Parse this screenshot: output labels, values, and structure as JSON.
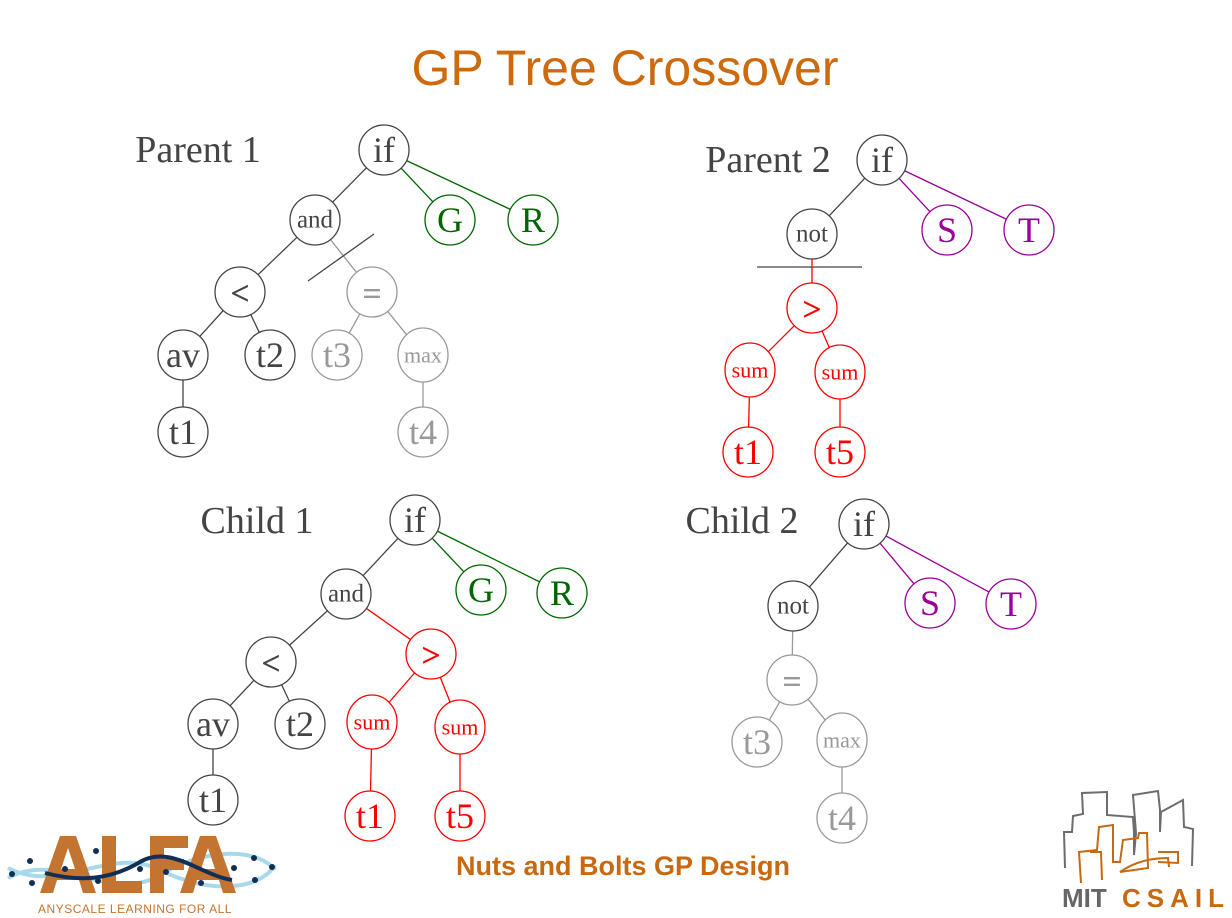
{
  "title": "GP Tree Crossover",
  "footer": "Nuts and Bolts GP Design",
  "colors": {
    "title": "#cc6a0d",
    "dark": "#444444",
    "green": "#006600",
    "purple": "#990099",
    "red": "#ff0000",
    "gray": "#999999"
  },
  "logos": {
    "alfa": "ALFA",
    "alfa_tagline": "ANYSCALE LEARNING FOR ALL",
    "mit": "MIT",
    "csail": "CSAIL"
  },
  "trees": [
    {
      "id": "parent1",
      "label": "Parent 1",
      "nodes": [
        {
          "label": "if",
          "color": "dark",
          "parent": null
        },
        {
          "label": "and",
          "color": "dark",
          "parent": 0
        },
        {
          "label": "G",
          "color": "green",
          "parent": 0
        },
        {
          "label": "R",
          "color": "green",
          "parent": 0
        },
        {
          "label": "<",
          "color": "dark",
          "parent": 1
        },
        {
          "label": "=",
          "color": "gray",
          "parent": 1
        },
        {
          "label": "av",
          "color": "dark",
          "parent": 4
        },
        {
          "label": "t2",
          "color": "dark",
          "parent": 4
        },
        {
          "label": "t3",
          "color": "gray",
          "parent": 5
        },
        {
          "label": "max",
          "color": "gray",
          "parent": 5
        },
        {
          "label": "t1",
          "color": "dark",
          "parent": 6
        },
        {
          "label": "t4",
          "color": "gray",
          "parent": 9
        }
      ]
    },
    {
      "id": "parent2",
      "label": "Parent 2",
      "nodes": [
        {
          "label": "if",
          "color": "dark",
          "parent": null
        },
        {
          "label": "not",
          "color": "dark",
          "parent": 0
        },
        {
          "label": "S",
          "color": "purple",
          "parent": 0
        },
        {
          "label": "T",
          "color": "purple",
          "parent": 0
        },
        {
          "label": ">",
          "color": "red",
          "parent": 1
        },
        {
          "label": "sum",
          "color": "red",
          "parent": 4
        },
        {
          "label": "sum",
          "color": "red",
          "parent": 4
        },
        {
          "label": "t1",
          "color": "red",
          "parent": 5
        },
        {
          "label": "t5",
          "color": "red",
          "parent": 6
        }
      ]
    },
    {
      "id": "child1",
      "label": "Child 1",
      "nodes": [
        {
          "label": "if",
          "color": "dark",
          "parent": null
        },
        {
          "label": "and",
          "color": "dark",
          "parent": 0
        },
        {
          "label": "G",
          "color": "green",
          "parent": 0
        },
        {
          "label": "R",
          "color": "green",
          "parent": 0
        },
        {
          "label": "<",
          "color": "dark",
          "parent": 1
        },
        {
          "label": ">",
          "color": "red",
          "parent": 1
        },
        {
          "label": "av",
          "color": "dark",
          "parent": 4
        },
        {
          "label": "t2",
          "color": "dark",
          "parent": 4
        },
        {
          "label": "sum",
          "color": "red",
          "parent": 5
        },
        {
          "label": "sum",
          "color": "red",
          "parent": 5
        },
        {
          "label": "t1",
          "color": "dark",
          "parent": 6
        },
        {
          "label": "t1",
          "color": "red",
          "parent": 8
        },
        {
          "label": "t5",
          "color": "red",
          "parent": 9
        }
      ]
    },
    {
      "id": "child2",
      "label": "Child 2",
      "nodes": [
        {
          "label": "if",
          "color": "dark",
          "parent": null
        },
        {
          "label": "not",
          "color": "dark",
          "parent": 0
        },
        {
          "label": "S",
          "color": "purple",
          "parent": 0
        },
        {
          "label": "T",
          "color": "purple",
          "parent": 0
        },
        {
          "label": "=",
          "color": "gray",
          "parent": 1
        },
        {
          "label": "t3",
          "color": "gray",
          "parent": 4
        },
        {
          "label": "max",
          "color": "gray",
          "parent": 4
        },
        {
          "label": "t4",
          "color": "gray",
          "parent": 6
        }
      ]
    }
  ]
}
